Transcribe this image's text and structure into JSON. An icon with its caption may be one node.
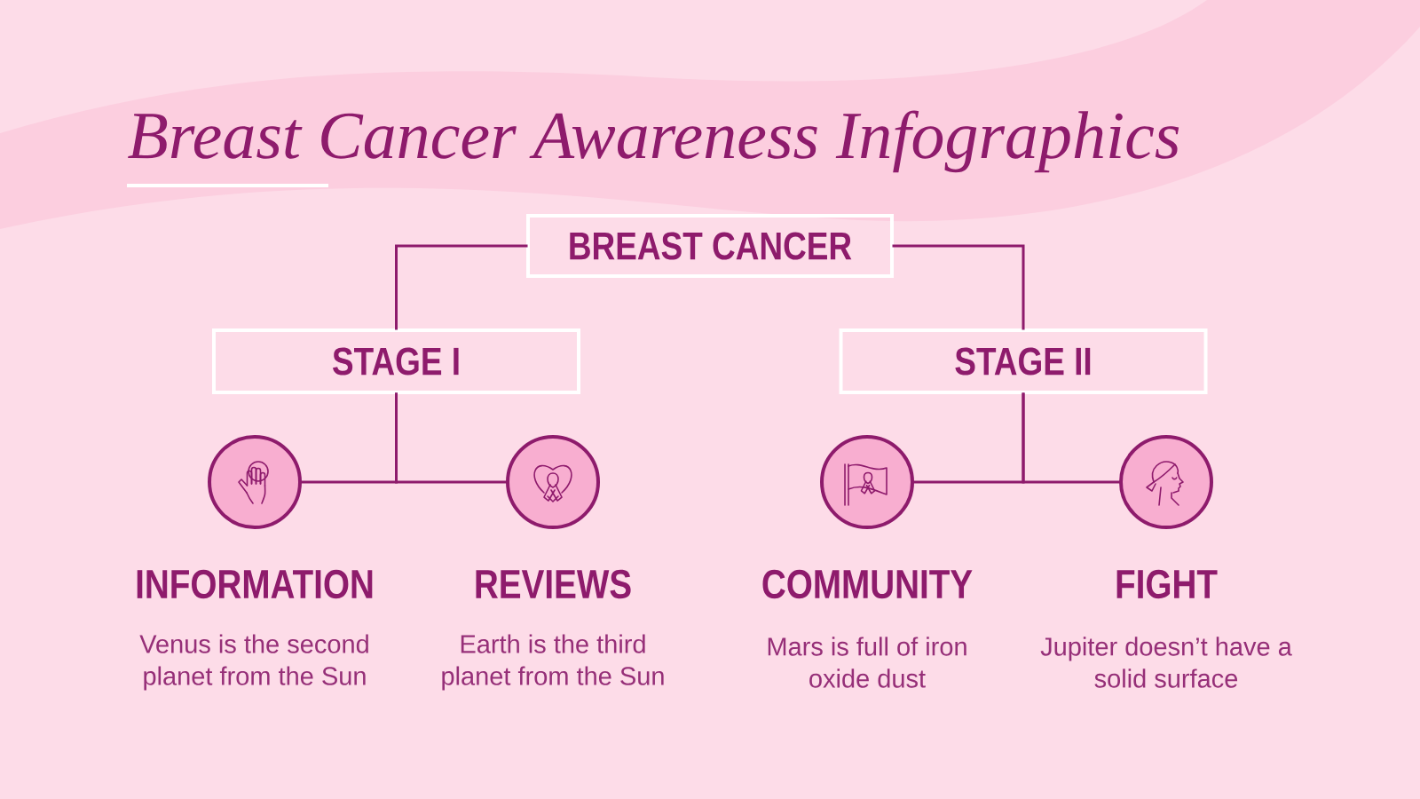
{
  "diagram": {
    "title": "Breast Cancer Awareness Infographics",
    "nodes": [
      {
        "text": [
          "BREAST CANCER"
        ]
      },
      {
        "text": [
          "STAGE I"
        ]
      },
      {
        "text": [
          "STAGE II"
        ]
      },
      {
        "text": [],
        "shape": "circle",
        "beside": [
          "INFORMATION",
          "Venus is the second planet from the Sun"
        ]
      },
      {
        "text": [],
        "shape": "circle",
        "beside": [
          "REVIEWS",
          "Earth is the third planet from the Sun"
        ]
      },
      {
        "text": [],
        "shape": "circle",
        "beside": [
          "COMMUNITY",
          "Mars is full of iron oxide dust"
        ]
      },
      {
        "text": [],
        "shape": "circle",
        "beside": [
          "FIGHT",
          "Jupiter doesn’t have a solid surface"
        ]
      }
    ],
    "edges": [
      {
        "from": 0,
        "to": 1,
        "arrow": "none"
      },
      {
        "from": 0,
        "to": 2,
        "arrow": "none"
      },
      {
        "from": 1,
        "to": 3,
        "arrow": "none"
      },
      {
        "from": 1,
        "to": 4,
        "arrow": "none"
      },
      {
        "from": 2,
        "to": 5,
        "arrow": "none"
      },
      {
        "from": 2,
        "to": 6,
        "arrow": "none"
      }
    ]
  }
}
